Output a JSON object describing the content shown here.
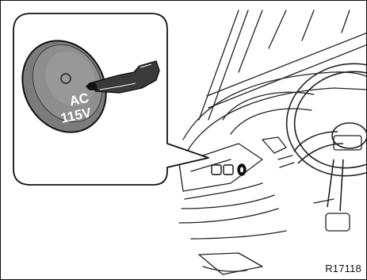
{
  "figure": {
    "reference_code": "R17118",
    "switch_label_line1": "AC",
    "switch_label_line2": "115V"
  },
  "icons": [
    "ac-115v-switch-icon",
    "pointing-hand-icon",
    "steering-wheel-icon"
  ]
}
